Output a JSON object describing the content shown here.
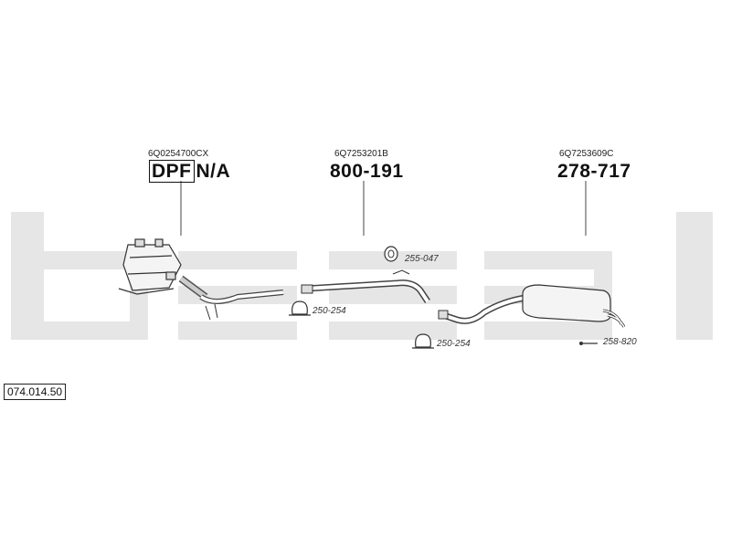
{
  "parts": [
    {
      "oe": "6Q0254700CX",
      "badge": "DPF",
      "label": "N/A"
    },
    {
      "oe": "6Q7253201B",
      "label": "800-191"
    },
    {
      "oe": "6Q7253609C",
      "label": "278-717"
    }
  ],
  "accessories": [
    "255-047",
    "250-254",
    "250-254",
    "258-820"
  ],
  "diagram_ref": "074.014.50",
  "watermark_color": "#e6e6e6"
}
